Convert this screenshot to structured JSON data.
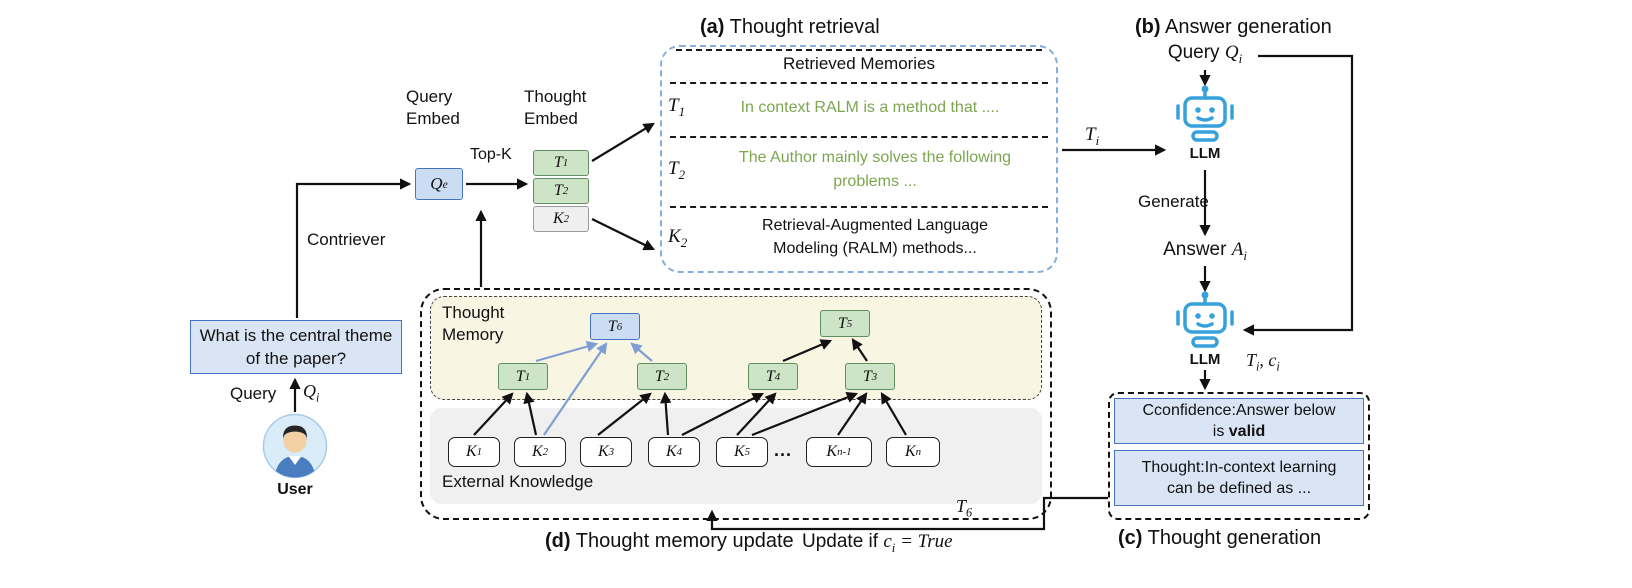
{
  "colors": {
    "accent_blue": "#4472c4",
    "robot_blue": "#36a1da",
    "green_fill": "#cde4c6",
    "green_border": "#5e8f5e",
    "green_text": "#7ca64f",
    "blue_fill": "#d9e5f5",
    "memory_bg": "#f9f5e3",
    "knowledge_bg": "#f0f0f0",
    "retrieved_border": "#85aedd"
  },
  "titles": {
    "a_tag": "(a)",
    "a_text": " Thought retrieval",
    "b_tag": "(b)",
    "b_text": " Answer generation",
    "c_tag": "(c)",
    "c_text": " Thought generation",
    "d_tag": "(d)",
    "d_text": " Thought memory update"
  },
  "embed": {
    "query_embed": "Query<br>Embed",
    "thought_embed": "Thought<br>Embed",
    "topk": "Top-K",
    "qe": "Q<sub>e</sub>",
    "stack_t1": "T<sub>1</sub>",
    "stack_t2": "T<sub>2</sub>",
    "stack_k2": "K<sub>2</sub>",
    "contriever": "Contriever"
  },
  "user": {
    "question": "What is the central theme of the paper?",
    "query_word": "Query",
    "qi": "Q<sub>i</sub>",
    "name": "User"
  },
  "retrieved": {
    "header": "Retrieved Memories",
    "r1_label": "T<sub>1</sub>",
    "r1_text": "In context RALM is a method that ....",
    "r2_label": "T<sub>2</sub>",
    "r2_text": "The Author mainly solves the following problems ...",
    "r3_label": "K<sub>2</sub>",
    "r3_text": "Retrieval-Augmented Language Modeling (RALM) methods..."
  },
  "answer": {
    "query_word": "Query",
    "qi": "Q<sub>i</sub>",
    "ti": "T<sub>i</sub>",
    "llm": "LLM",
    "generate": "Generate",
    "answer_word": "Answer",
    "ai": "A<sub>i</sub>",
    "ti_ci": "T<sub>i</sub>, c<sub>i</sub>"
  },
  "thought_gen": {
    "confidence": "Cconfidence:Answer below<br>is <b>valid</b>",
    "thought": "Thought:In-context learning<br>can be defined as ..."
  },
  "memory": {
    "label": "Thought<br>Memory",
    "external": "External Knowledge",
    "t1": "T<sub>1</sub>",
    "t2": "T<sub>2</sub>",
    "t3": "T<sub>3</sub>",
    "t4": "T<sub>4</sub>",
    "t5": "T<sub>5</sub>",
    "t6": "T<sub>6</sub>",
    "k1": "K<sub>1</sub>",
    "k2": "K<sub>2</sub>",
    "k3": "K<sub>3</sub>",
    "k4": "K<sub>4</sub>",
    "k5": "K<sub>5</sub>",
    "kn1": "K<sub>n-1</sub>",
    "kn": "K<sub>n</sub>",
    "dots": "...",
    "t6_out": "T<sub>6</sub>"
  },
  "update": {
    "prefix": "Update if ",
    "cond": "c<sub>i</sub> = True"
  }
}
